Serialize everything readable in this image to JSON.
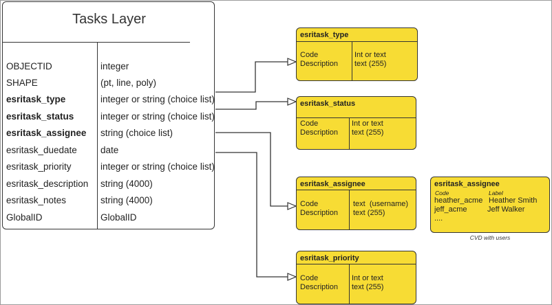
{
  "main_table": {
    "title": "Tasks Layer",
    "fields": [
      {
        "name": "OBJECTID",
        "type": "integer",
        "bold": false
      },
      {
        "name": "SHAPE",
        "type": "(pt, line, poly)",
        "bold": false
      },
      {
        "name": "esritask_type",
        "type": "integer or string (choice list)",
        "bold": true
      },
      {
        "name": "esritask_status",
        "type": "integer or string (choice list)",
        "bold": true
      },
      {
        "name": "esritask_assignee",
        "type": "string (choice list)",
        "bold": true
      },
      {
        "name": "esritask_duedate",
        "type": "date",
        "bold": false
      },
      {
        "name": "esritask_priority",
        "type": "integer or string (choice list)",
        "bold": false
      },
      {
        "name": "esritask_description",
        "type": "string (4000)",
        "bold": false
      },
      {
        "name": "esritask_notes",
        "type": "string (4000)",
        "bold": false
      },
      {
        "name": "GlobalID",
        "type": "GlobalID",
        "bold": false
      }
    ]
  },
  "domains": {
    "type": {
      "title": "esritask_type",
      "code_label": "Code",
      "desc_label": "Description",
      "code_type": "Int or text",
      "desc_type": "text (255)"
    },
    "status": {
      "title": "esritask_status",
      "code_label": "Code",
      "desc_label": "Description",
      "code_type": "Int or text",
      "desc_type": "text (255)"
    },
    "assignee": {
      "title": "esritask_assignee",
      "code_label": "Code",
      "desc_label": "Description",
      "code_type": "text  (username)",
      "desc_type": "text (255)"
    },
    "priority": {
      "title": "esritask_priority",
      "code_label": "Code",
      "desc_label": "Description",
      "code_type": "Int or text",
      "desc_type": "text (255)"
    }
  },
  "cvd": {
    "title": "esritask_assignee",
    "code_header": "Code",
    "label_header": "Label",
    "rows": [
      {
        "code": "heather_acme",
        "label": "Heather Smith"
      },
      {
        "code": "jeff_acme",
        "label": "Jeff Walker"
      },
      {
        "code": "....",
        "label": ""
      }
    ],
    "caption": "CVD with users"
  },
  "colors": {
    "box_fill": "#f7dc34",
    "line": "#333333"
  }
}
